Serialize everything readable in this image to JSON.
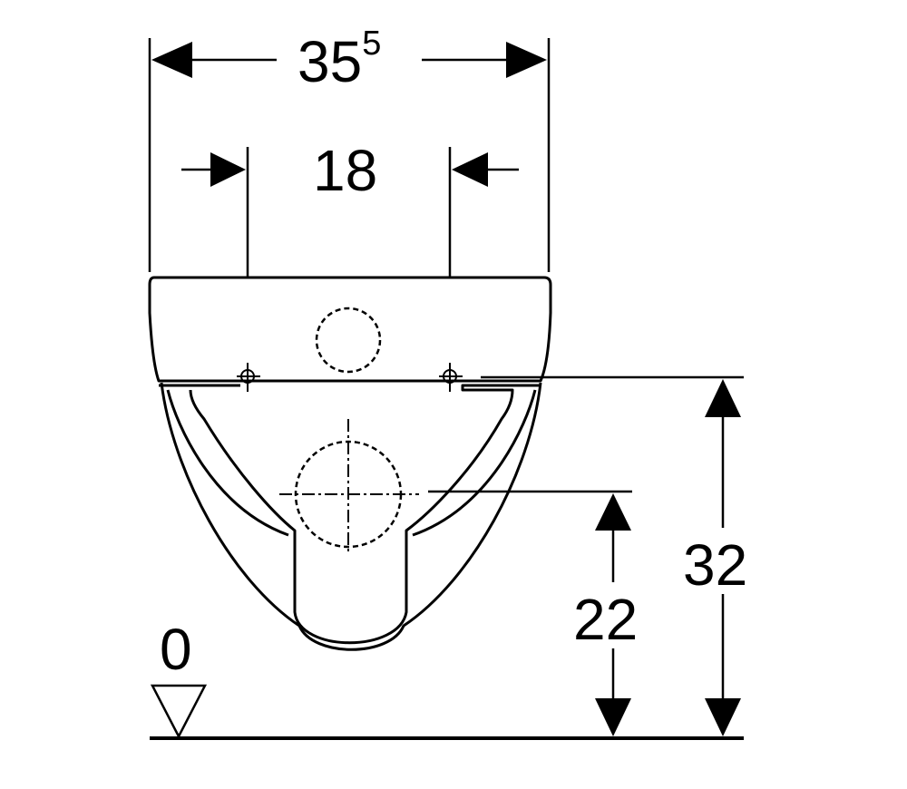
{
  "drawing": {
    "colors": {
      "ink": "#000000",
      "paper": "#ffffff"
    },
    "dimensions": {
      "overall_width": {
        "main": "35",
        "sup": "5"
      },
      "fixing_centres": "18",
      "outlet_height": "22",
      "fixing_height": "32",
      "floor_level": "0"
    },
    "icons": {
      "floor_marker": "level-triangle-icon"
    }
  }
}
